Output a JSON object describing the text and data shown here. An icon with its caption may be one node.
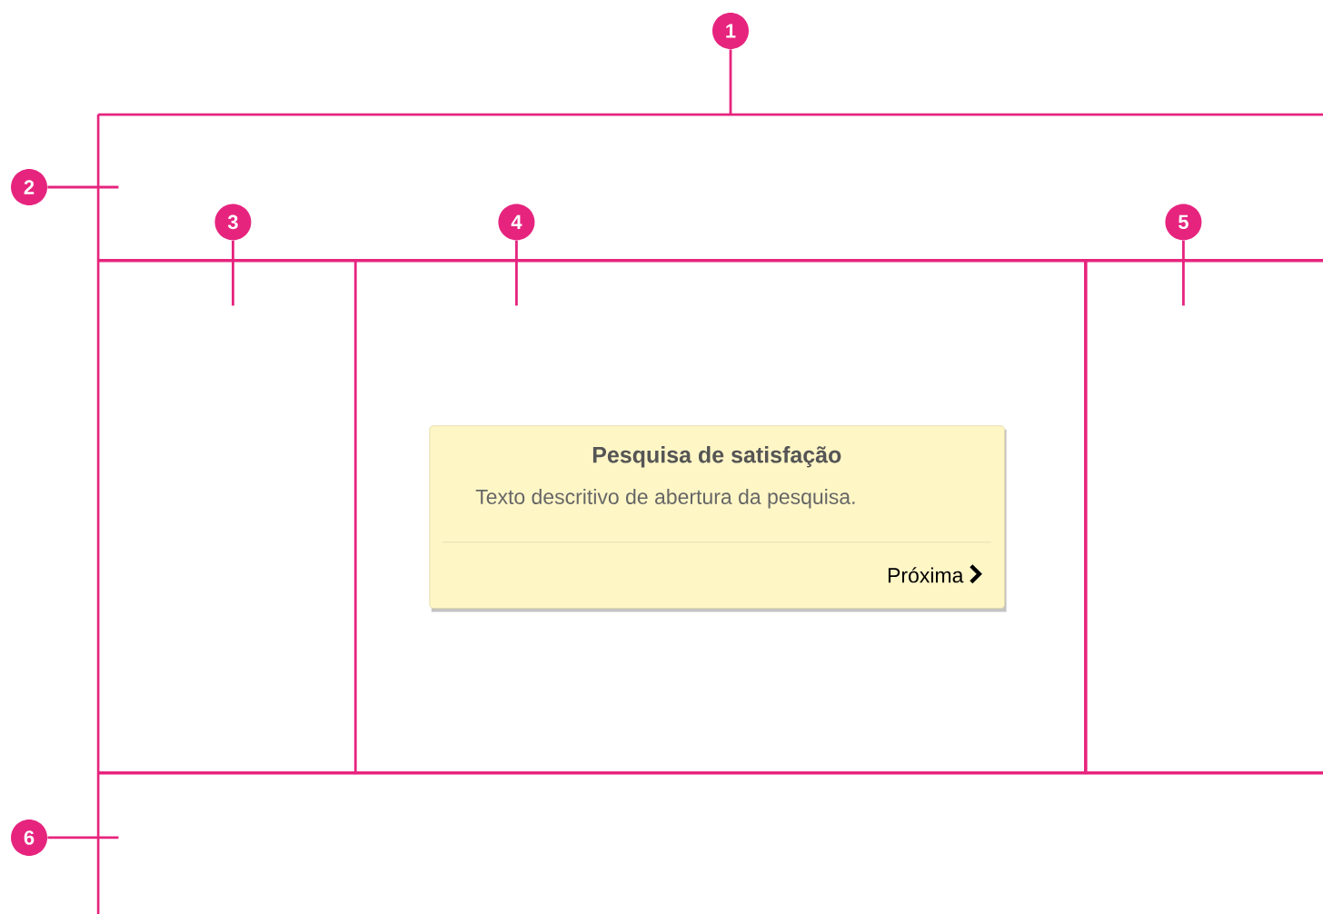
{
  "diagram": {
    "nodes": [
      {
        "text": [],
        "shape": "box"
      },
      {
        "text": [],
        "shape": "box",
        "in": 0
      },
      {
        "text": [],
        "shape": "box",
        "in": 0
      },
      {
        "text": [],
        "shape": "box",
        "in": 0
      },
      {
        "text": [
          "Pesquisa de satisfação",
          "Texto descritivo de abertura da pesquisa.",
          "Próxima"
        ],
        "in": 3
      },
      {
        "text": [],
        "shape": "box",
        "in": 0
      },
      {
        "text": [],
        "shape": "box",
        "in": 0
      },
      {
        "text": [
          "1"
        ]
      },
      {
        "text": [
          "2"
        ]
      },
      {
        "text": [
          "3"
        ],
        "in": 0
      },
      {
        "text": [
          "4"
        ],
        "in": 0
      },
      {
        "text": [
          "5"
        ],
        "in": 0
      },
      {
        "text": [
          "6"
        ]
      }
    ],
    "edges": [
      {
        "from": 7,
        "to": 0,
        "arrow": "none"
      },
      {
        "from": 8,
        "to": 1,
        "arrow": "none"
      },
      {
        "from": 9,
        "to": 2,
        "arrow": "none"
      },
      {
        "from": 10,
        "to": 3,
        "arrow": "none"
      },
      {
        "from": 11,
        "to": 5,
        "arrow": "none"
      },
      {
        "from": 12,
        "to": 6,
        "arrow": "none"
      }
    ]
  }
}
